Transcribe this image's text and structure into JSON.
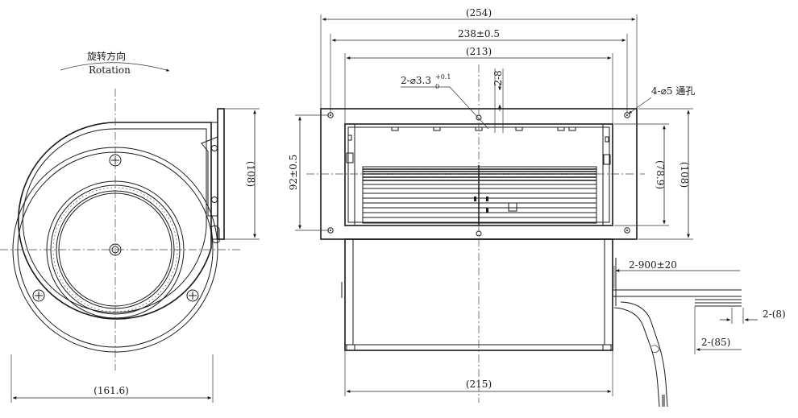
{
  "rotation": {
    "label_cn": "旋转方向",
    "label_en": "Rotation"
  },
  "side_view": {
    "height_dim": "(108)",
    "width_dim": "(161.6)"
  },
  "front_view": {
    "overall_length": "(254)",
    "hole_spacing": "238±0.5",
    "inner_length": "(213)",
    "small_hole": "2-⌀3.3",
    "small_hole_tol_upper": "+0.1",
    "small_hole_tol_lower": "0",
    "slot_width": "2-8",
    "mount_holes": "4-⌀5 通孔",
    "vert_hole_spacing": "92±0.5",
    "opening_height": "(78.9)",
    "flange_height": "(108)",
    "body_length": "(215)"
  },
  "cable": {
    "lead_length": "2-900±20",
    "strip_length": "2-(8)",
    "tail_length": "2-(85)"
  }
}
